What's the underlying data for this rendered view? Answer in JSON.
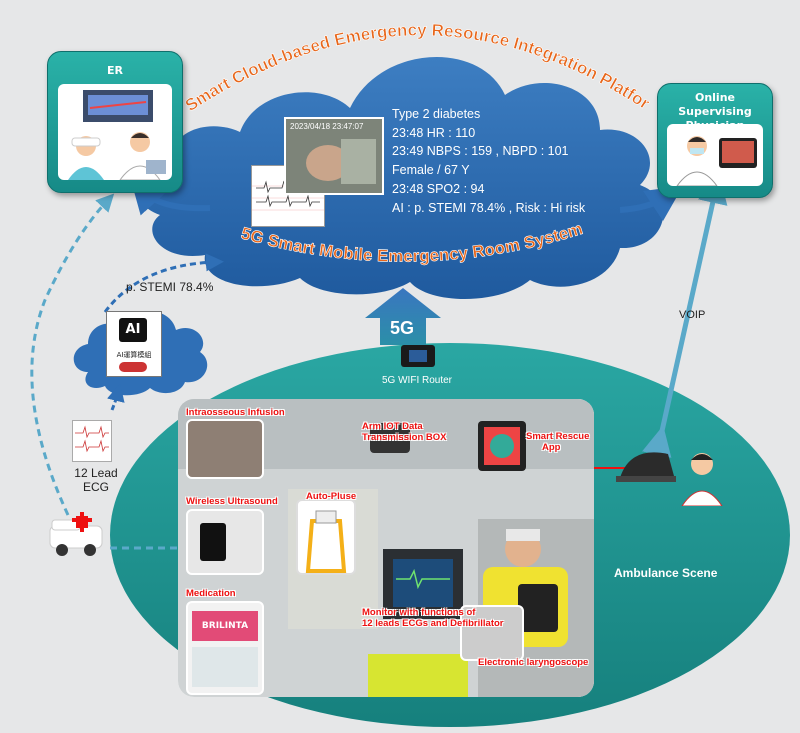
{
  "platform_title": "Smart Cloud-based Emergency Resource Integration Platform",
  "system_title": "5G Smart Mobile Emergency Room System",
  "er": {
    "label": "ER"
  },
  "physician": {
    "label": "Online Supervising Physician"
  },
  "vitals": [
    "Type 2 diabetes",
    "23:48 HR : 110",
    "23:49 NBPS : 159 , NBPD : 101",
    "Female / 67 Y",
    "23:48 SPO2 : 94",
    "AI : p. STEMI 78.4% , Risk : Hi risk"
  ],
  "photo_timestamp": "2023/04/18 23:47:07",
  "stemi_label": "p. STEMI 78.4%",
  "ai_box": {
    "title": "AI",
    "subtitle": "AI運算模組"
  },
  "ecg_label": "12 Lead ECG",
  "voip_label": "VOIP",
  "five_g_label": "5G",
  "router_label": "5G WIFI Router",
  "ambulance_scene_label": "Ambulance Scene",
  "equipment": {
    "intraosseous": "Intraosseous Infusion",
    "ultrasound": "Wireless Ultrasound",
    "medication": "Medication",
    "autopulse": "Auto-Pluse",
    "iot_box_1": "Arm IOT Data",
    "iot_box_2": "Transmission BOX",
    "rescue_app_1": "Smart Rescue",
    "rescue_app_2": "App",
    "monitor_1": "Monitor with functions of",
    "monitor_2": "12 leads ECGs and Defibrillator",
    "laryngoscope": "Electronic laryngoscope",
    "medication_box": "BRILINTA"
  },
  "colors": {
    "background": "#e6e7e8",
    "cloud": "#2f6fb6",
    "ellipse": "#1e8f8c",
    "title_orange": "#e8661a",
    "accent_red": "#e11111",
    "arrow_blue": "#2f6fb6",
    "arrow_teal": "#5aa9c9"
  }
}
